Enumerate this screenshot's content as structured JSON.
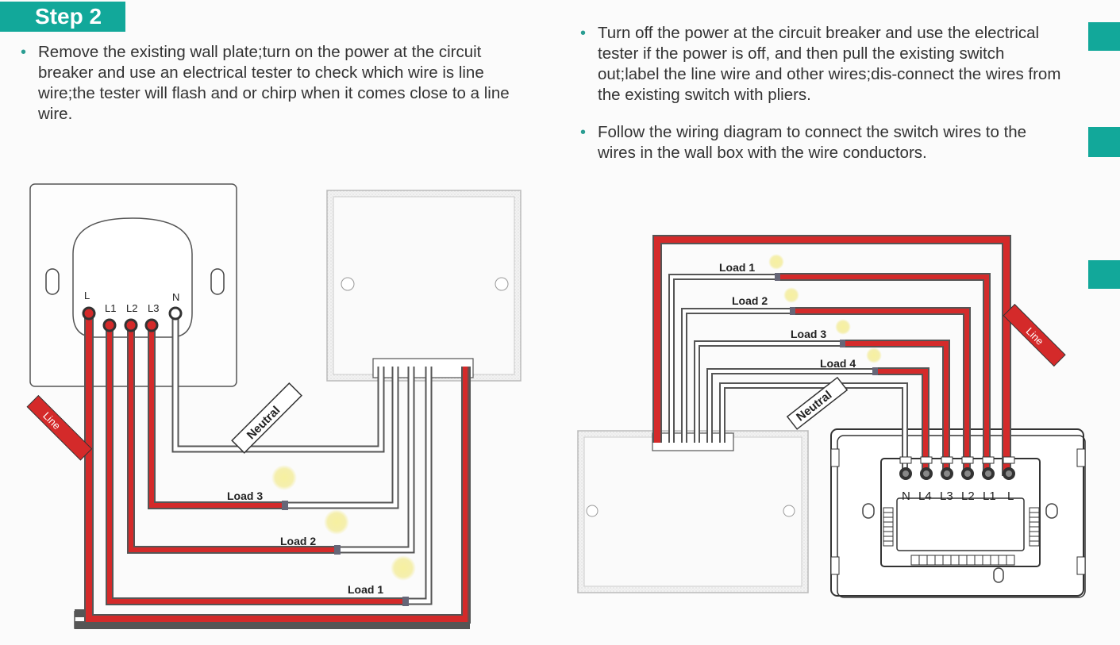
{
  "header": {
    "step_title": "Step 2"
  },
  "instructions": {
    "left_bullet": "Remove the existing wall plate;turn on the power at the circuit breaker and use an electrical tester to check which wire is line wire;the tester will flash and or chirp when it comes close to a line wire.",
    "right_bullet_1": "Turn off the power at the circuit breaker and use the electrical tester if the power is off, and then pull the existing switch out;label the line wire and other wires;dis-connect the wires from the existing switch with pliers.",
    "right_bullet_2": "Follow the wiring diagram to connect the switch wires to the wires in the wall box with the wire conductors."
  },
  "left_diagram": {
    "terminals": [
      "L",
      "L1",
      "L2",
      "L3",
      "N"
    ],
    "line_tag": "Line",
    "neutral_tag": "Neutral",
    "loads": [
      "Load 3",
      "Load 2",
      "Load 1"
    ]
  },
  "right_diagram": {
    "terminals": [
      "N",
      "L4",
      "L3",
      "L2",
      "L1",
      "L"
    ],
    "line_tag": "Line",
    "neutral_tag": "Neutral",
    "loads": [
      "Load 1",
      "Load 2",
      "Load 3",
      "Load 4"
    ]
  },
  "colors": {
    "accent": "#12a89a",
    "line_wire": "#d42a2a",
    "neutral_wire": "#ffffff",
    "bulb": "#f3ec9a"
  }
}
